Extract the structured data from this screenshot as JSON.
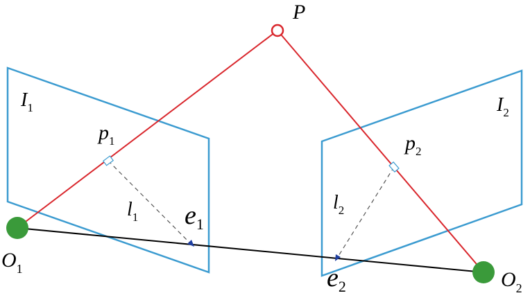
{
  "colors": {
    "image_plane": "#3b9bd0",
    "ray": "#d9262c",
    "baseline": "#000000",
    "camera_center": "#3a9a3a",
    "epipolar_line": "#555555",
    "epipole_marker": "#1f3fa0",
    "background": "#ffffff"
  },
  "labels": {
    "point_P": "P",
    "plane_1": {
      "main": "I",
      "sub": "1"
    },
    "plane_2": {
      "main": "I",
      "sub": "2"
    },
    "proj_1": {
      "main": "p",
      "sub": "1"
    },
    "proj_2": {
      "main": "p",
      "sub": "2"
    },
    "line_1": {
      "main": "l",
      "sub": "1"
    },
    "line_2": {
      "main": "l",
      "sub": "2"
    },
    "epipole_1": {
      "main": "e",
      "sub": "1"
    },
    "epipole_2": {
      "main": "e",
      "sub": "2"
    },
    "center_1": {
      "main": "O",
      "sub": "1"
    },
    "center_2": {
      "main": "O",
      "sub": "2"
    }
  },
  "icons": {
    "point": "hollow-circle",
    "camera_center": "filled-circle",
    "projection": "small-square",
    "epipole": "arrowhead"
  }
}
